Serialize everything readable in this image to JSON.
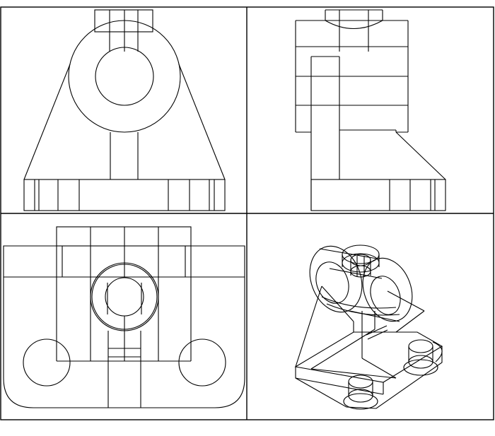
{
  "drawing": {
    "kind": "multiview orthographic and isometric line drawing",
    "colors": {
      "background": "#ffffff",
      "lines": "#000000"
    },
    "views": [
      {
        "id": "front-view",
        "position": "top-left"
      },
      {
        "id": "side-view",
        "position": "top-right"
      },
      {
        "id": "top-view",
        "position": "bottom-left"
      },
      {
        "id": "isometric-view",
        "position": "bottom-right"
      }
    ]
  }
}
